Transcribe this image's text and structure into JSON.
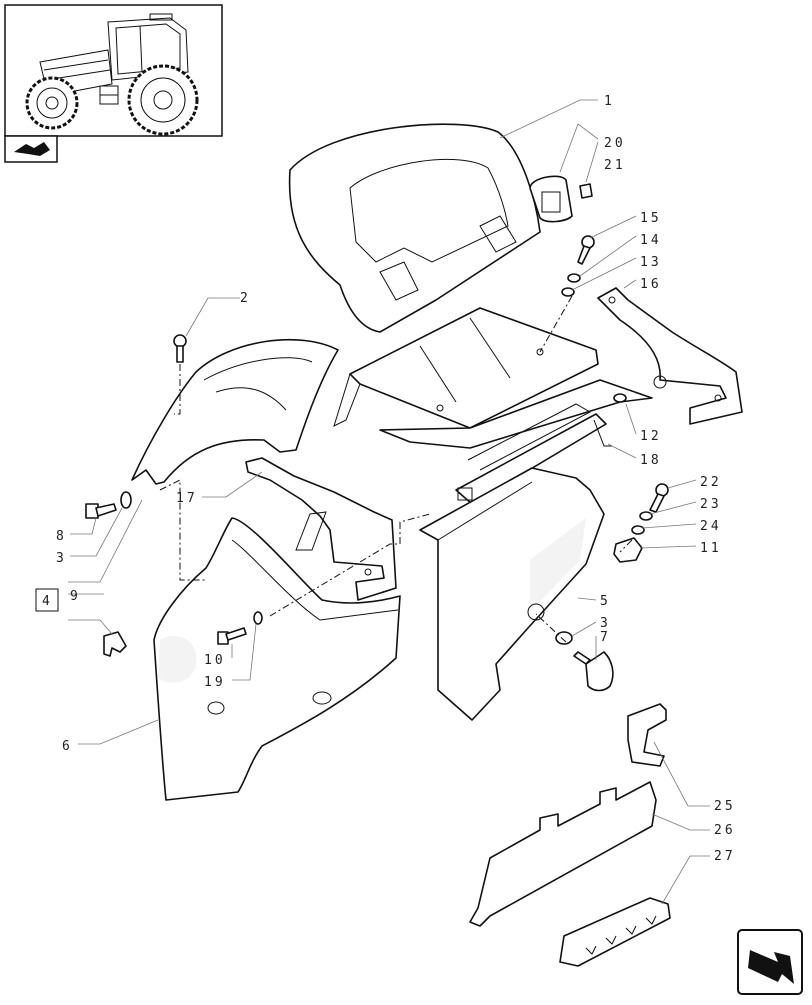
{
  "callouts": {
    "c1": "1",
    "c2": "2",
    "c3a": "3",
    "c3b": "3",
    "c4": "4",
    "c5": "5",
    "c6": "6",
    "c7": "7",
    "c8": "8",
    "c9": "9",
    "c10": "10",
    "c11": "11",
    "c12": "12",
    "c13": "13",
    "c14": "14",
    "c15": "15",
    "c16": "16",
    "c17": "17",
    "c18": "18",
    "c19": "19",
    "c20": "20",
    "c21": "21",
    "c22": "22",
    "c23": "23",
    "c24": "24",
    "c25": "25",
    "c26": "26",
    "c27": "27"
  },
  "icons": {
    "thumbnail": "tractor-thumbnail-icon",
    "thumbnail_badge": "section-badge-icon",
    "nav": "next-page-arrow-icon"
  },
  "colors": {
    "line": "#111111",
    "leader": "#777777",
    "background": "#ffffff"
  }
}
